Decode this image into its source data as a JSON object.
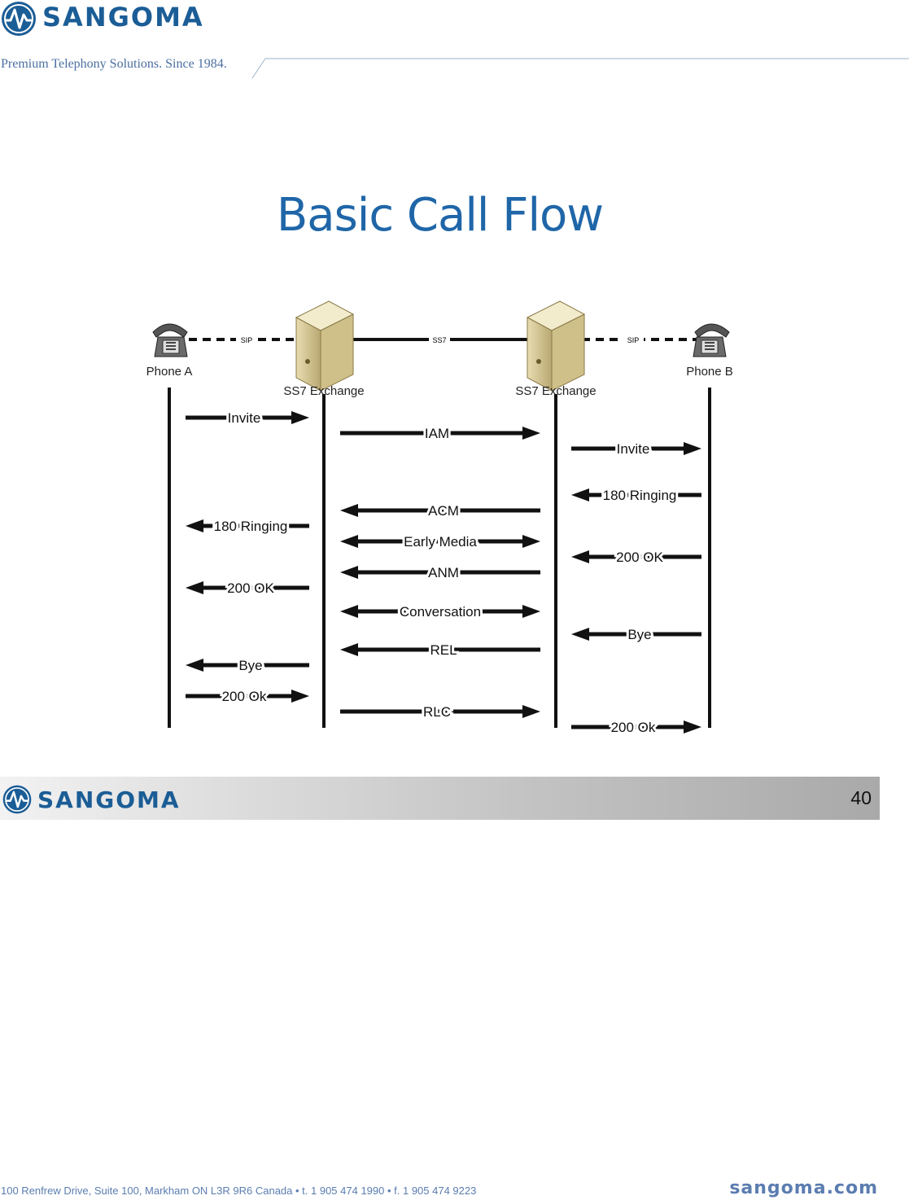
{
  "header": {
    "brand": "SANGOMA",
    "tagline": "Premium Telephony Solutions. Since 1984."
  },
  "slide": {
    "title": "Basic Call Flow"
  },
  "diagram": {
    "nodes": {
      "phone_a": "Phone A",
      "exchange_1": "SS7 Exchange",
      "exchange_2": "SS7 Exchange",
      "phone_b": "Phone B"
    },
    "links": {
      "sip_left": "SIP",
      "ss7": "SS7",
      "sip_right": "SIP"
    },
    "messages_a": [
      {
        "label": "Invite",
        "direction": "right"
      },
      {
        "label": "180 Ringing",
        "direction": "left"
      },
      {
        "label": "200 OK",
        "direction": "left"
      },
      {
        "label": "Bye",
        "direction": "left"
      },
      {
        "label": "200 Ok",
        "direction": "right"
      }
    ],
    "messages_ss7": [
      {
        "label": "IAM",
        "direction": "right"
      },
      {
        "label": "ACM",
        "direction": "left"
      },
      {
        "label": "Early Media",
        "direction": "both"
      },
      {
        "label": "ANM",
        "direction": "left"
      },
      {
        "label": "Conversation",
        "direction": "both"
      },
      {
        "label": "REL",
        "direction": "left"
      },
      {
        "label": "RLC",
        "direction": "right"
      }
    ],
    "messages_b": [
      {
        "label": "Invite",
        "direction": "right"
      },
      {
        "label": "180 Ringing",
        "direction": "left"
      },
      {
        "label": "200 OK",
        "direction": "left"
      },
      {
        "label": "Bye",
        "direction": "left"
      },
      {
        "label": "200 Ok",
        "direction": "right"
      }
    ]
  },
  "footer": {
    "brand": "SANGOMA",
    "page_number": "40",
    "address": "100 Renfrew Drive, Suite 100, Markham ON L3R 9R6 Canada  •  t. 1 905 474 1990  •  f. 1 905 474 9223",
    "website": "sangoma.com"
  },
  "colors": {
    "brand_blue": "#1b5d96",
    "title_blue": "#1f66a8",
    "footer_text": "#5b7db0"
  }
}
